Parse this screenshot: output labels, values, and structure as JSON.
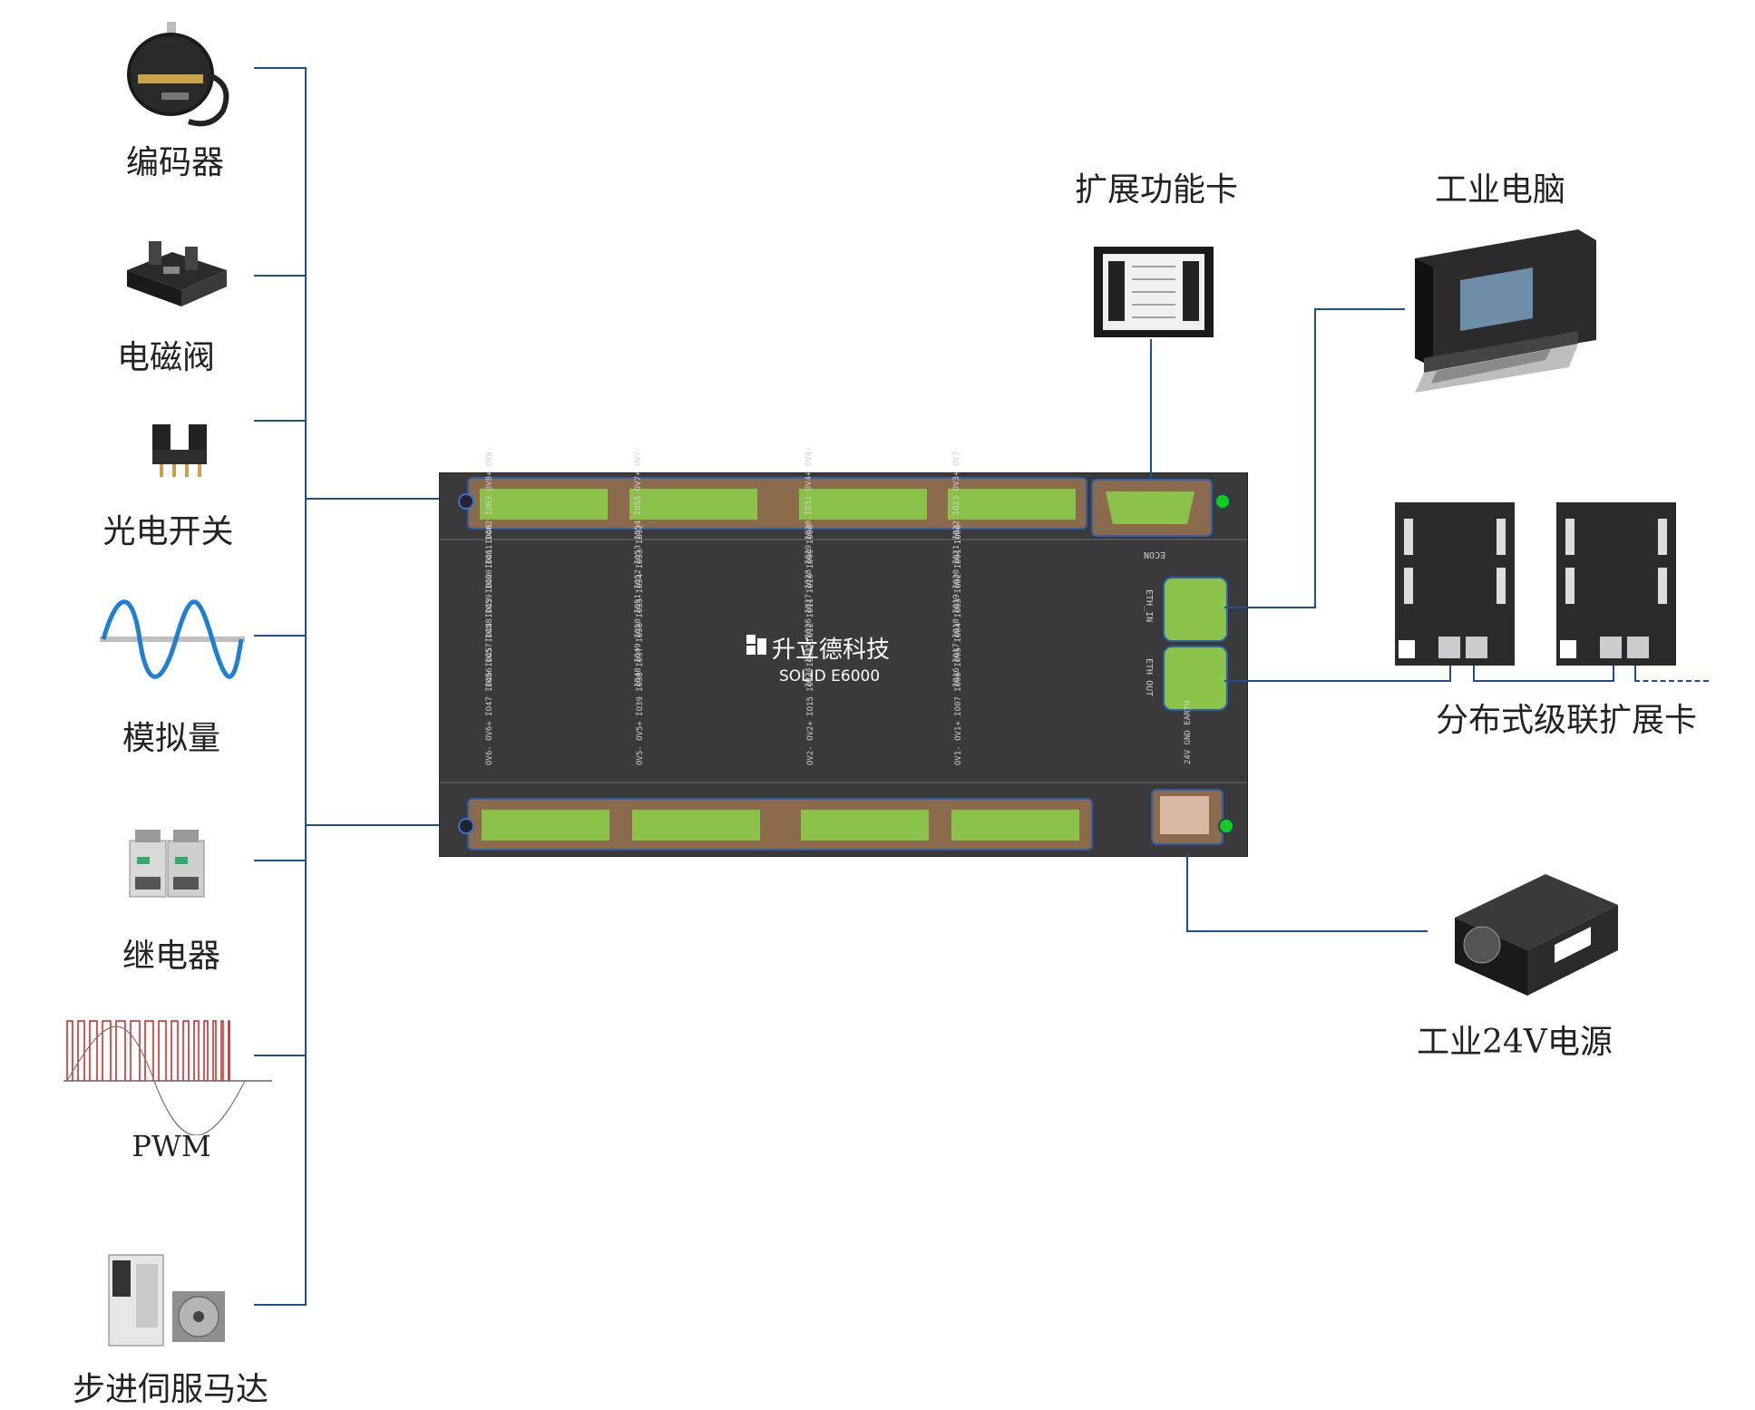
{
  "left_devices": [
    {
      "label": "编码器",
      "icon": "encoder-icon"
    },
    {
      "label": "电磁阀",
      "icon": "solenoid-valve-icon"
    },
    {
      "label": "光电开关",
      "icon": "photoelectric-switch-icon"
    },
    {
      "label": "模拟量",
      "icon": "sine-wave-icon"
    },
    {
      "label": "继电器",
      "icon": "relay-icon"
    },
    {
      "label": "PWM",
      "icon": "pwm-signal-icon"
    },
    {
      "label": "步进伺服马达",
      "icon": "servo-motor-icon"
    }
  ],
  "right_devices": {
    "expansion_card": "扩展功能卡",
    "industrial_pc": "工业电脑",
    "distributed_cascade": "分布式级联扩展卡",
    "power_supply": "工业24V电源"
  },
  "controller": {
    "brand": "升立德科技",
    "model": "SOLID E6000",
    "port_econ": "ECON",
    "port_eth_in": "ETH_IN",
    "port_eth_out": "ETH OUT",
    "power_pins": "24V GND EARTH",
    "top_pins": [
      "IO56 IO57 IO58 IO59 IO60 IO61 IO62 IO63 OV8+ OV8-",
      "IO48 IO49 IO50 IO51 IO52 IO53 IO54 IO55 OV7+ OV7-",
      "IO24 IO25 IO26 IO27 IO28 IO29 IO30 IO31 OV4+ OV4-",
      "IO16 IO17 IO18 IO19 IO20 IO21 IO22 IO23 OV3+ OV3-"
    ],
    "bottom_pins": [
      "OV6- OV6+ IO47 IO46 IO45 IO44 IO43 IO42 IO41 IO40",
      "OV5- OV5+ IO39 IO38 IO37 IO36 IO35 IO34 IO33 IO32",
      "OV2- OV2+ IO15 IO14 IO13 IO12 IO11 IO10 IO09 IO08",
      "OV1- OV1+ IO07 IO06 IO05 IO04 IO03 IO02 IO01 IO00"
    ]
  },
  "colors": {
    "wire": "#1f4e96",
    "board": "#3a3a3c",
    "terminal": "#8bc34a",
    "connector_frame": "#8b6a4e"
  }
}
